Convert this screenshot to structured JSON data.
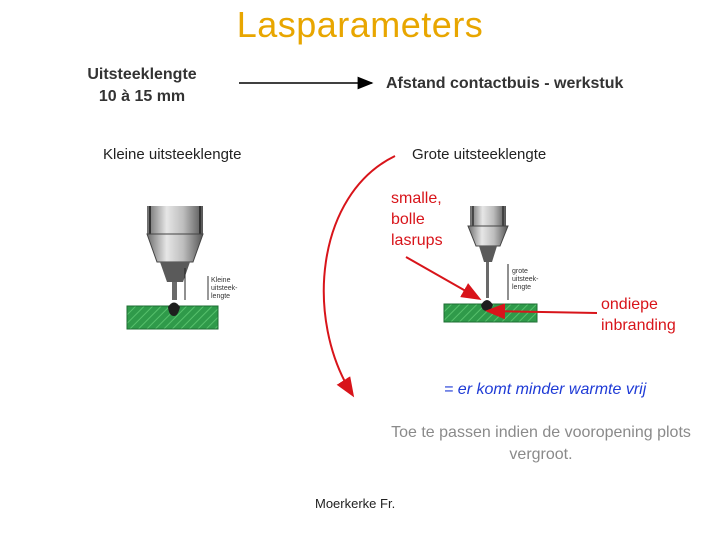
{
  "title": "Lasparameters",
  "stickout": {
    "label_line1": "Uitsteeklengte",
    "label_line2": "10 à 15 mm",
    "distance_label": "Afstand contactbuis - werkstuk"
  },
  "left_case": {
    "caption": "Kleine uitsteeklengte",
    "torch_label": [
      "Kleine",
      "uitsteek-",
      "lengte"
    ]
  },
  "right_case": {
    "caption": "Grote uitsteeklengte",
    "torch_label": [
      "grote",
      "uitsteek-",
      "lengte"
    ],
    "bead_note": [
      "smalle,",
      "bolle",
      "lasrups"
    ],
    "penetration_note": [
      "ondiepe",
      "inbranding"
    ]
  },
  "conclusion": "= er komt minder warmte vrij",
  "advice": [
    "Toe te passen indien de vooropening plots",
    "vergroot."
  ],
  "author": "Moerkerke Fr.",
  "colors": {
    "title": "#e8a600",
    "callout": "#d8141a",
    "conclusion": "#1f3bd6",
    "workpiece": "#2f9a4a"
  }
}
